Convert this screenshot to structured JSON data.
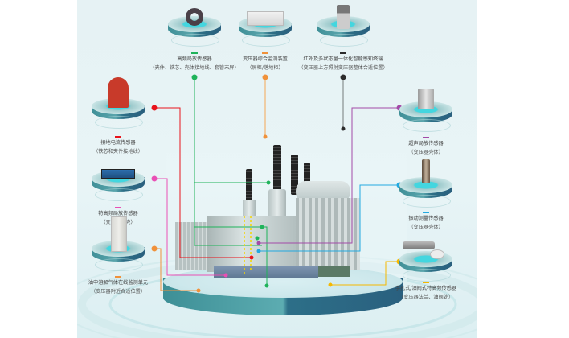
{
  "diagram": {
    "title": "变压器在线监测系统传感器布置",
    "colors": {
      "panel_bg": "#e6f2f4",
      "green": "#1fb35a",
      "orange": "#f0913a",
      "black": "#2b2b2b",
      "red": "#e8131b",
      "magenta": "#e94fb5",
      "amber": "#f5a623",
      "purple": "#a34aa8",
      "cyan": "#22a9e0",
      "yellow": "#f5b800"
    },
    "sensors": [
      {
        "id": "hf-pd",
        "name": "高频局放传感器",
        "location": "（夹件、铁芯、壳体接地线、套管末屏）",
        "color": "#1fb35a",
        "icon": "hf-ct-sensor-icon"
      },
      {
        "id": "integrated-monitor",
        "name": "变压器综合监测装置",
        "location": "（屏柜/落地柜）",
        "color": "#f0913a",
        "icon": "monitor-cabinet-icon"
      },
      {
        "id": "ir-terminal",
        "name": "红外及多状态量一体化智能感知终端",
        "location": "（变压器上方照射变压器整体合适位置）",
        "color": "#2b2b2b",
        "icon": "ir-camera-icon"
      },
      {
        "id": "ground-current",
        "name": "接地电流传感器",
        "location": "（铁芯和夹件接地线）",
        "color": "#e8131b",
        "icon": "ground-current-sensor-icon"
      },
      {
        "id": "uhf-pd",
        "name": "特高频局放传感器",
        "location": "（变压器外壳）",
        "color": "#e94fb5",
        "icon": "uhf-sensor-icon"
      },
      {
        "id": "dga",
        "name": "油中溶解气体在线监测单元",
        "location": "（变压器附近合适位置）",
        "color": "#f0913a",
        "icon": "dga-cabinet-icon"
      },
      {
        "id": "ultrasonic-pd",
        "name": "超声局放传感器",
        "location": "（变压器壳体）",
        "color": "#a34aa8",
        "icon": "ultrasonic-sensor-icon"
      },
      {
        "id": "vibration",
        "name": "振动测量传感器",
        "location": "（变压器壳体）",
        "color": "#22a9e0",
        "icon": "vibration-sensor-icon"
      },
      {
        "id": "handhole-valve-uhf",
        "name": "手孔式/油阀式特高频传感器",
        "location": "（变压器法兰、油阀处）",
        "color": "#f5b800",
        "icon": "valve-uhf-sensor-icon"
      }
    ]
  }
}
